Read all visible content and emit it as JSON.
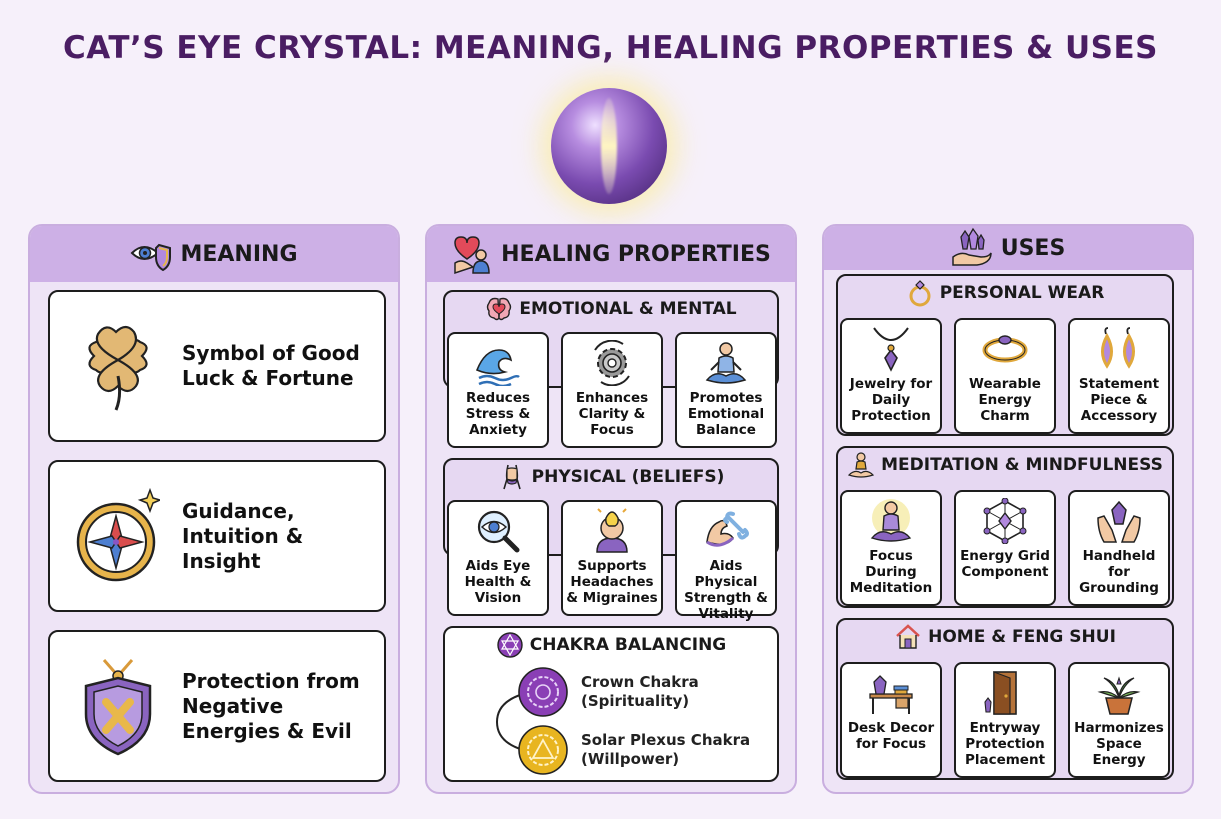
{
  "title": "CAT’S EYE CRYSTAL: MEANING, HEALING PROPERTIES & USES",
  "colors": {
    "background": "#f6f0fa",
    "title": "#4a1d63",
    "panel_header": "#cdb0e6",
    "panel": "#eee4f6",
    "section": "#e6d8f2"
  },
  "meaning": {
    "title": "MEANING",
    "icon": "eye-shield-icon",
    "items": [
      {
        "text": "Symbol of Good Luck & Fortune",
        "icon": "four-leaf-clover-icon"
      },
      {
        "text": "Guidance, Intuition & Insight",
        "icon": "compass-icon"
      },
      {
        "text": "Protection from Negative Energies & Evil",
        "icon": "shield-amulet-icon"
      }
    ]
  },
  "healing": {
    "title": "HEALING PROPERTIES",
    "icon": "heart-hand-icon",
    "emotional": {
      "title": "EMOTIONAL & MENTAL",
      "icon": "brain-heart-icon",
      "items": [
        {
          "text": "Reduces Stress & Anxiety",
          "icon": "wave-icon"
        },
        {
          "text": "Enhances Clarity & Focus",
          "icon": "gears-icon"
        },
        {
          "text": "Promotes Emotional Balance",
          "icon": "meditation-icon"
        }
      ]
    },
    "physical": {
      "title": "PHYSICAL (BELIEFS)",
      "icon": "body-icon",
      "items": [
        {
          "text": "Aids Eye Health & Vision",
          "icon": "eye-magnifier-icon"
        },
        {
          "text": "Supports Headaches & Migraines",
          "icon": "head-bulb-icon"
        },
        {
          "text": "Aids Physical Strength & Vitality",
          "icon": "muscle-joint-icon"
        }
      ]
    },
    "chakra": {
      "title": "CHAKRA BALANCING",
      "icon": "chakra-icon",
      "items": [
        {
          "text": "Crown Chakra (Spirituality)",
          "icon": "crown-chakra-icon",
          "color": "#8a3fb5"
        },
        {
          "text": "Solar Plexus Chakra (Willpower)",
          "icon": "solar-plexus-chakra-icon",
          "color": "#e8b520"
        }
      ]
    }
  },
  "uses": {
    "title": "USES",
    "icon": "hand-crystal-icon",
    "personal": {
      "title": "PERSONAL WEAR",
      "icon": "ring-icon",
      "items": [
        {
          "text": "Jewelry for Daily Protection",
          "icon": "pendant-icon"
        },
        {
          "text": "Wearable Energy Charm",
          "icon": "bracelet-icon"
        },
        {
          "text": "Statement Piece & Accessory",
          "icon": "earrings-icon"
        }
      ]
    },
    "meditation": {
      "title": "MEDITATION & MINDFULNESS",
      "icon": "meditator-icon",
      "items": [
        {
          "text": "Focus During Meditation",
          "icon": "meditating-person-icon"
        },
        {
          "text": "Energy Grid Component",
          "icon": "crystal-grid-icon"
        },
        {
          "text": "Handheld for Grounding",
          "icon": "hands-crystal-icon"
        }
      ]
    },
    "home": {
      "title": "HOME & FENG SHUI",
      "icon": "house-icon",
      "items": [
        {
          "text": "Desk Decor for Focus",
          "icon": "desk-icon"
        },
        {
          "text": "Entryway Protection Placement",
          "icon": "door-icon"
        },
        {
          "text": "Harmonizes Space Energy",
          "icon": "plant-icon"
        }
      ]
    }
  }
}
